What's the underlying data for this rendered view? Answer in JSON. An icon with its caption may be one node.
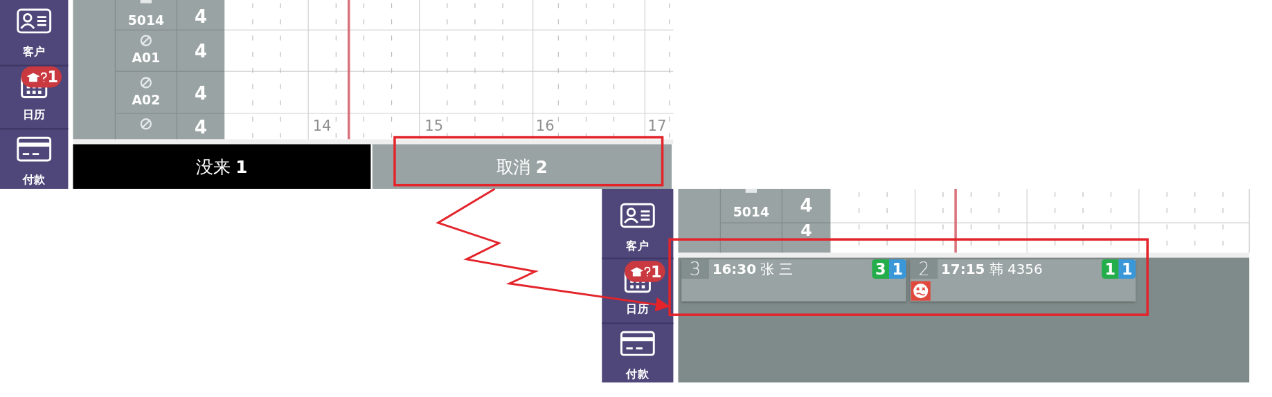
{
  "diagram": {
    "nodes": [
      {
        "text": [
          "取消 **2**"
        ]
      },
      {
        "text": [],
        "shape": "box"
      },
      {
        "text": [
          "3",
          "**16:30** 张 三",
          "3",
          "1"
        ],
        "in": 1
      },
      {
        "text": [
          "2",
          "**17:15** 韩 4356",
          "1",
          "1"
        ],
        "in": 1
      }
    ],
    "edges": [
      {
        "from": 0,
        "to": 1,
        "arrow": "to"
      }
    ],
    "labels": [
      "5014",
      "4",
      "A01",
      "4",
      "A02",
      "4",
      "4",
      "客户",
      "1",
      "日历",
      "付款",
      "14",
      "15",
      "16",
      "17",
      "没来 **1**",
      "5014",
      "4",
      "4",
      "客户",
      "1",
      "日历",
      "付款"
    ]
  }
}
